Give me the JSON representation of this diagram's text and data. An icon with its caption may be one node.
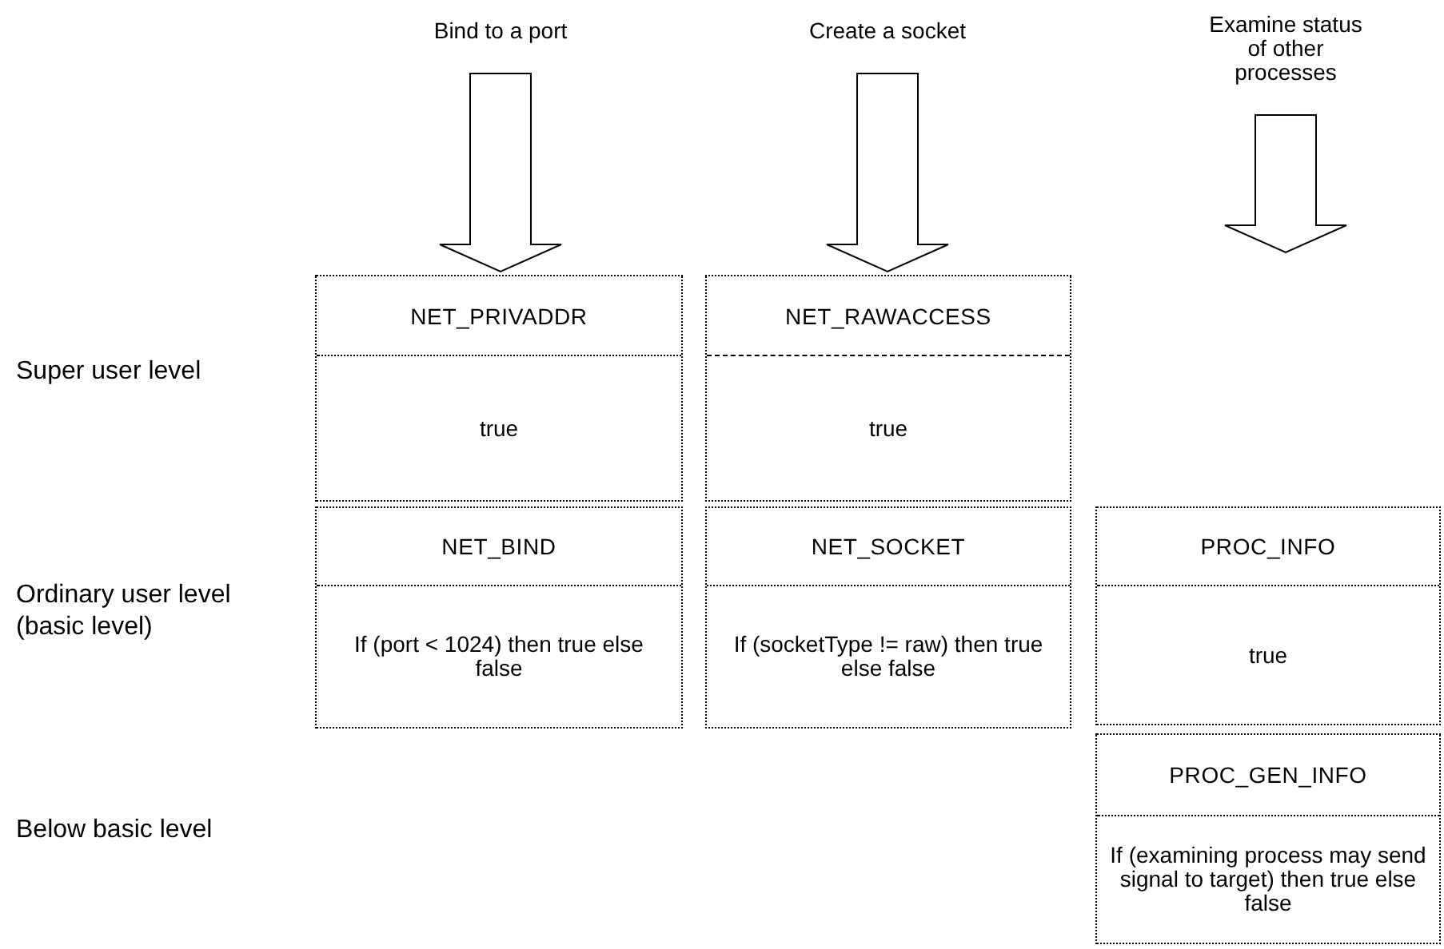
{
  "diagram": {
    "nodes": [
      {
        "text": [
          "Bind to a port"
        ]
      },
      {
        "text": [
          "Create a socket"
        ]
      },
      {
        "text": [
          "Examine status of other processes"
        ]
      },
      {
        "text": [
          "NET_PRIVADDR",
          "true"
        ]
      },
      {
        "text": [
          "NET_RAWACCESS",
          "true"
        ]
      },
      {
        "text": [
          "NET_BIND",
          "If (port < 1024) then true else false"
        ]
      },
      {
        "text": [
          "NET_SOCKET",
          "If (socketType != raw) then true else false"
        ]
      },
      {
        "text": [
          "PROC_INFO",
          "true"
        ]
      },
      {
        "text": [
          "PROC_GEN_INFO",
          "If (examining process may send signal to target) then true else false"
        ]
      }
    ],
    "edges": [
      {
        "from": 0,
        "to": 3,
        "arrow": "to"
      },
      {
        "from": 1,
        "to": 4,
        "arrow": "to"
      },
      {
        "from": 2,
        "to": null,
        "arrow": "to"
      }
    ],
    "labels": [
      "Super user level",
      "Ordinary user level (basic level)",
      "Below basic level"
    ]
  }
}
